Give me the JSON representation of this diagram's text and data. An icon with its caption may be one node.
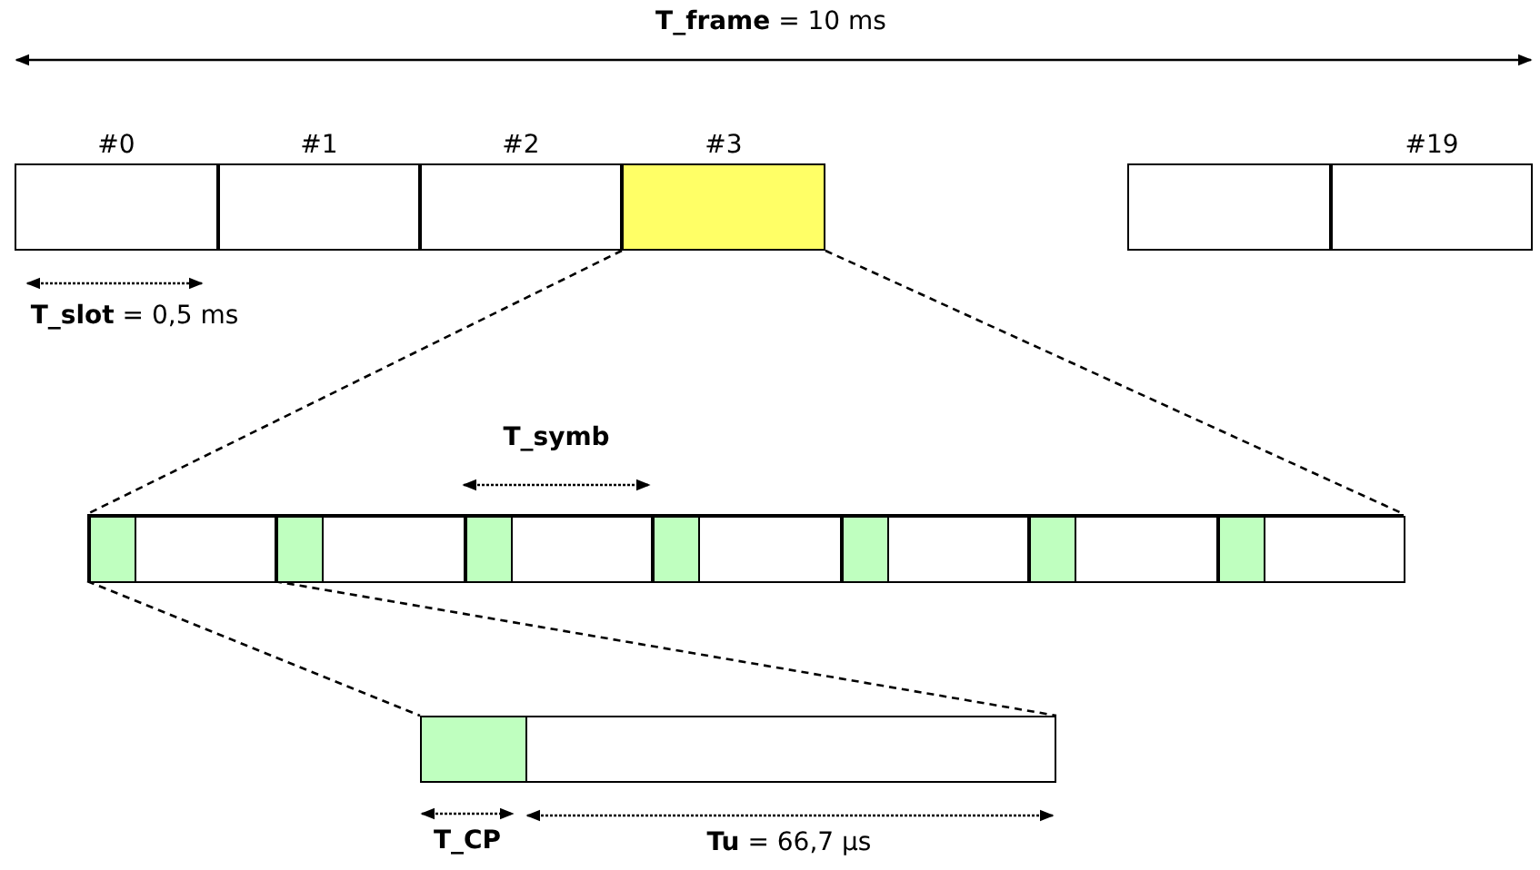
{
  "diagram": {
    "nodes": [
      {
        "text": [
          "#0"
        ]
      },
      {
        "text": [
          "#1"
        ]
      },
      {
        "text": [
          "#2"
        ]
      },
      {
        "text": [
          "#3"
        ]
      },
      {
        "text": [],
        "shape": "box"
      },
      {
        "text": [
          "#19"
        ]
      },
      {
        "text": [],
        "shape": "box"
      },
      {
        "text": [],
        "shape": "box",
        "in": 6
      },
      {
        "text": [],
        "shape": "box",
        "in": 6
      },
      {
        "text": [],
        "shape": "box",
        "in": 6
      },
      {
        "text": [],
        "shape": "box",
        "in": 6
      },
      {
        "text": [],
        "shape": "box",
        "in": 6
      },
      {
        "text": [],
        "shape": "box",
        "in": 6
      },
      {
        "text": [],
        "shape": "box",
        "in": 6
      },
      {
        "text": [],
        "shape": "box"
      }
    ],
    "edges": [
      {
        "from": 3,
        "to": 6,
        "arrow": "none",
        "style": "dashed"
      },
      {
        "from": 3,
        "to": 6,
        "arrow": "none",
        "style": "dashed"
      },
      {
        "from": 7,
        "to": 14,
        "arrow": "none",
        "style": "dashed"
      },
      {
        "from": 7,
        "to": 14,
        "arrow": "none",
        "style": "dashed"
      }
    ],
    "labels": [
      "**T_frame** = 10 ms",
      "**T_slot** = 0,5 ms",
      "T_symb",
      "T_CP",
      "**Tu** = 66,7 µs"
    ]
  }
}
